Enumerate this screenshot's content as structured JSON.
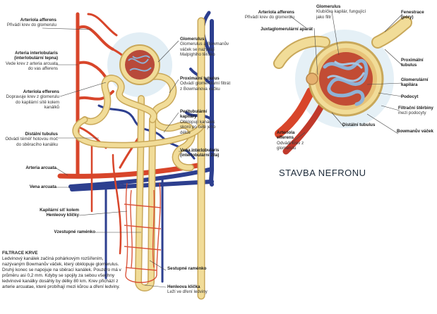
{
  "title": "STAVBA NEFRONU",
  "labels": {
    "arteriola_afferens_left": {
      "title": "Arteriola afferens",
      "desc": "Přivádí krev do glomerulu"
    },
    "arteria_interlobularis": {
      "title": "Arteria interlobularis (interlobulární tepna)",
      "desc": "Vede krev z arteria arcuata do vas afferens"
    },
    "arteriola_efferens_left": {
      "title": "Arteriola efferens",
      "desc": "Dopravuje krev z glomerulu do kapilární sítě kolem kanálků"
    },
    "distalni_tubulus_left": {
      "title": "Distální tubulus",
      "desc": "Odvádí téměř hotovou moč do sběracího kanálku"
    },
    "arteria_arcuata": {
      "title": "Arteria arcuata",
      "desc": ""
    },
    "vena_arcuata": {
      "title": "Vena arcuata",
      "desc": ""
    },
    "kapilarni_sit": {
      "title": "Kapilární síť kolem Henleovy kličky",
      "desc": ""
    },
    "vzestupne_rameno": {
      "title": "Vzestupné raménko",
      "desc": ""
    },
    "glomerulus_mid": {
      "title": "Glomerulus",
      "desc": "Glomerulus a Bowmanův váček se nazývají Malpighiho tělísko"
    },
    "proximalni_tubulus_mid": {
      "title": "Proximální tubulus",
      "desc": "Odvádí glomerulární filtrát z Bowmanova váčku"
    },
    "peritubularni_kapilary": {
      "title": "Peritubulární kapiláry",
      "desc": "Obklopují kanálek skoro po celé jeho délce"
    },
    "vena_interlobularis": {
      "title": "Vena interlobularis (interlobulární žíla)",
      "desc": ""
    },
    "sestupne_rameno": {
      "title": "Sestupné raménko",
      "desc": ""
    },
    "henleova_klicka": {
      "title": "Henleova klička",
      "desc": "Leží ve dření ledviny"
    },
    "arteriola_afferens_right": {
      "title": "Arteriola afferens",
      "desc": "Přivádí krev do glomerulu"
    },
    "juxtaglomerularni": {
      "title": "Juxtaglomerulární aparát",
      "desc": ""
    },
    "glomerulus_right": {
      "title": "Glomerulus",
      "desc": "Klubíčko kapilár, fungující jako filtr"
    },
    "fenestrace": {
      "title": "Fenestrace (póry)",
      "desc": ""
    },
    "proximalni_tubulus_right": {
      "title": "Proximální tubulus",
      "desc": ""
    },
    "glomerularni_kapilara": {
      "title": "Glomerulární kapilára",
      "desc": ""
    },
    "podocyt": {
      "title": "Podocyt",
      "desc": ""
    },
    "filtracni_sterbiny": {
      "title": "Filtrační štěrbiny",
      "desc": "mezi podocyty"
    },
    "bowmanuv_vacek": {
      "title": "Bowmanův váček",
      "desc": ""
    },
    "distalni_tubulus_right": {
      "title": "Distální tubulus",
      "desc": ""
    },
    "arteriola_efferens_right": {
      "title": "Arteriola efferens",
      "desc": "Odvádí krev z glomerulu"
    }
  },
  "filtrace": {
    "title": "FILTRACE KRVE",
    "text": "Ledvinový kanálek začíná pohárkovým rozšířením, nazývaným Bowmanův váček, který obklopuje glomerulus. Druhý konec se napojuje na sběrací kanálek. Pouzdro má v průměru asi 0,2 mm. Kdyby se spojily za sebou všechny ledvinové kanálky dosáhly by délky 80 km. Krev přichází z arterie arcuatae, které probíhají mezi kůrou a dření ledviny."
  },
  "colors": {
    "artery": "#d8452a",
    "vein": "#2d3f8f",
    "tubule": "#f1dc98",
    "tubule_edge": "#c9a85a",
    "capsule_bg": "#cfe3ee",
    "label_line": "#444444"
  }
}
